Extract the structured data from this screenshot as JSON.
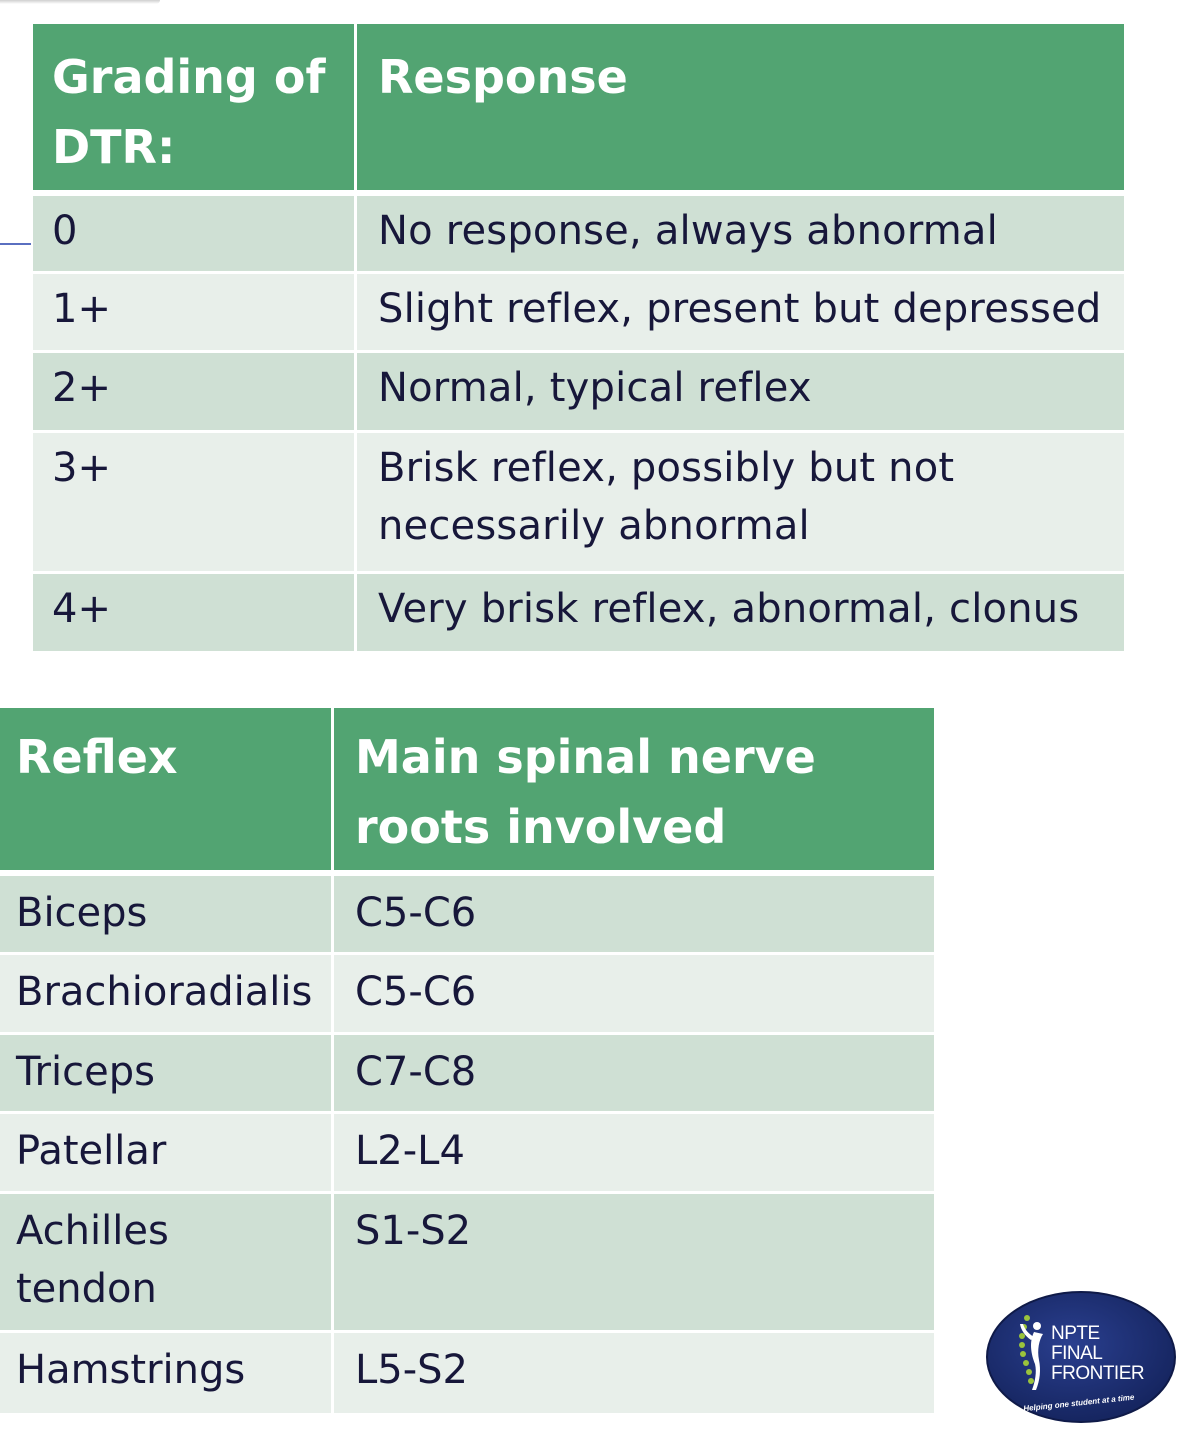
{
  "grading_table": {
    "headers": [
      "Grading of DTR:",
      "Response"
    ],
    "rows": [
      {
        "grade": "0",
        "response": "No response, always abnormal"
      },
      {
        "grade": "1+",
        "response": "Slight reflex, present but depressed"
      },
      {
        "grade": "2+",
        "response": "Normal, typical reflex"
      },
      {
        "grade": "3+",
        "response": "Brisk reflex, possibly but not necessarily abnormal"
      },
      {
        "grade": "4+",
        "response": "Very brisk reflex, abnormal, clonus"
      }
    ]
  },
  "reflex_table": {
    "headers": [
      "Reflex",
      "Main spinal nerve roots involved"
    ],
    "rows": [
      {
        "reflex": "Biceps",
        "roots": "C5-C6"
      },
      {
        "reflex": "Brachioradialis",
        "roots": "C5-C6"
      },
      {
        "reflex": "Triceps",
        "roots": "C7-C8"
      },
      {
        "reflex": "Patellar",
        "roots": "L2-L4"
      },
      {
        "reflex": "Achilles tendon",
        "roots": "S1-S2"
      },
      {
        "reflex": "Hamstrings",
        "roots": "L5-S2"
      }
    ]
  },
  "logo": {
    "line1": "NPTE",
    "line2": "FINAL",
    "line3": "FRONTIER",
    "tagline": "Helping one student at a time"
  },
  "colors": {
    "header_green": "#52a472",
    "row_dark": "#cfe0d4",
    "row_light": "#e8efea",
    "text": "#17173a",
    "logo_navy": "#1b2c6e"
  }
}
